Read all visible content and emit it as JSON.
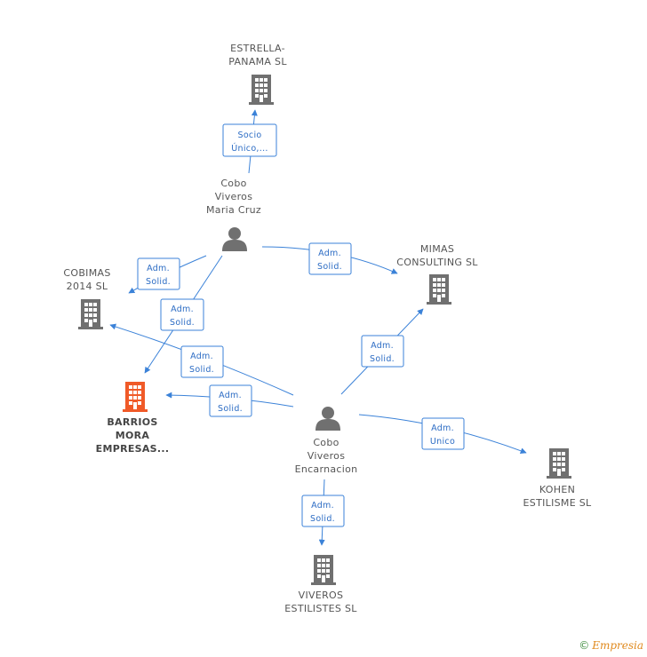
{
  "nodes": [
    {
      "id": "estrella",
      "type": "company",
      "lines": [
        "ESTRELLA-",
        "PANAMA SL"
      ]
    },
    {
      "id": "cobo_maria",
      "type": "person",
      "lines": [
        "Cobo",
        "Viveros",
        "Maria Cruz"
      ]
    },
    {
      "id": "mimas",
      "type": "company",
      "lines": [
        "MIMAS",
        "CONSULTING SL"
      ]
    },
    {
      "id": "cobimas",
      "type": "company",
      "lines": [
        "COBIMAS",
        "2014  SL"
      ]
    },
    {
      "id": "barrios",
      "type": "company_main",
      "lines": [
        "BARRIOS",
        "MORA",
        "EMPRESAS..."
      ]
    },
    {
      "id": "cobo_encarnacion",
      "type": "person",
      "lines": [
        "Cobo",
        "Viveros",
        "Encarnacion"
      ]
    },
    {
      "id": "kohen",
      "type": "company",
      "lines": [
        "KOHEN",
        "ESTILISME SL"
      ]
    },
    {
      "id": "viveros",
      "type": "company",
      "lines": [
        "VIVEROS",
        "ESTILISTES SL"
      ]
    }
  ],
  "edges": [
    {
      "id": "e1",
      "label": [
        "Socio",
        "Único,..."
      ]
    },
    {
      "id": "e2",
      "label": [
        "Adm.",
        "Solid."
      ]
    },
    {
      "id": "e3",
      "label": [
        "Adm.",
        "Solid."
      ]
    },
    {
      "id": "e4",
      "label": [
        "Adm.",
        "Solid."
      ]
    },
    {
      "id": "e5",
      "label": [
        "Adm.",
        "Solid."
      ]
    },
    {
      "id": "e6",
      "label": [
        "Adm.",
        "Solid."
      ]
    },
    {
      "id": "e7",
      "label": [
        "Adm.",
        "Solid."
      ]
    },
    {
      "id": "e8",
      "label": [
        "Adm.",
        "Unico"
      ]
    },
    {
      "id": "e9",
      "label": [
        "Adm.",
        "Solid."
      ]
    }
  ],
  "colors": {
    "edge": "#3b82d8",
    "company": "#707070",
    "company_main": "#f05a28",
    "person": "#707070"
  },
  "footer": {
    "copyright": "©",
    "brand": "Empresia"
  }
}
